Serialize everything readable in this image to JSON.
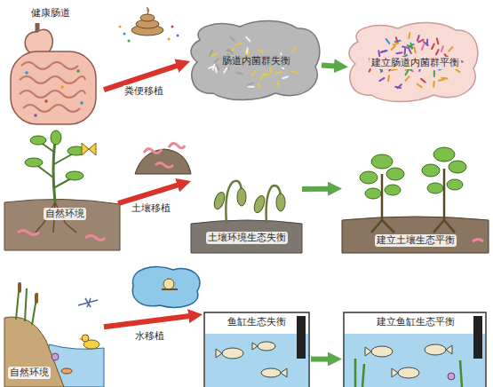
{
  "diagram": {
    "nodes": [
      {
        "text": [
          "健康肠道"
        ]
      },
      {
        "text": [
          "肠道内菌群失衡"
        ]
      },
      {
        "text": [
          "建立肠道内菌群平衡"
        ]
      },
      {
        "text": [
          "自然环境"
        ]
      },
      {
        "text": [
          "土壤环境生态失衡"
        ]
      },
      {
        "text": [
          "建立土壤生态平衡"
        ]
      },
      {
        "text": [
          "自然环境"
        ]
      },
      {
        "text": [
          "鱼缸生态失衡"
        ]
      },
      {
        "text": [
          "建立鱼缸生态平衡"
        ]
      }
    ],
    "edges": [
      {
        "from": 0,
        "to": 1,
        "label": "粪便移植",
        "arrow": "to"
      },
      {
        "from": 1,
        "to": 2,
        "arrow": "to"
      },
      {
        "from": 3,
        "to": 4,
        "label": "土壤移植",
        "arrow": "to"
      },
      {
        "from": 4,
        "to": 5,
        "arrow": "to"
      },
      {
        "from": 6,
        "to": 7,
        "label": "水移植",
        "arrow": "to"
      },
      {
        "from": 7,
        "to": 8,
        "arrow": "to"
      }
    ]
  }
}
